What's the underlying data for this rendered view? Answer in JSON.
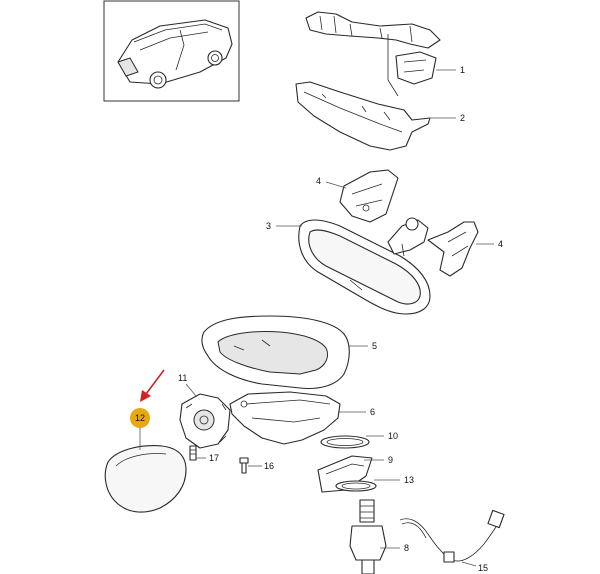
{
  "callouts": {
    "c1": "1",
    "c2": "2",
    "c3": "3",
    "c4a": "4",
    "c4b": "4",
    "c5": "5",
    "c6": "6",
    "c8": "8",
    "c9": "9",
    "c10": "10",
    "c11": "11",
    "c12": "12",
    "c13": "13",
    "c15": "15",
    "c16": "16",
    "c17": "17"
  },
  "colors": {
    "highlight": "#e8a812",
    "arrow": "#d42020",
    "line": "#2a2a2a"
  },
  "highlighted_part": "12"
}
